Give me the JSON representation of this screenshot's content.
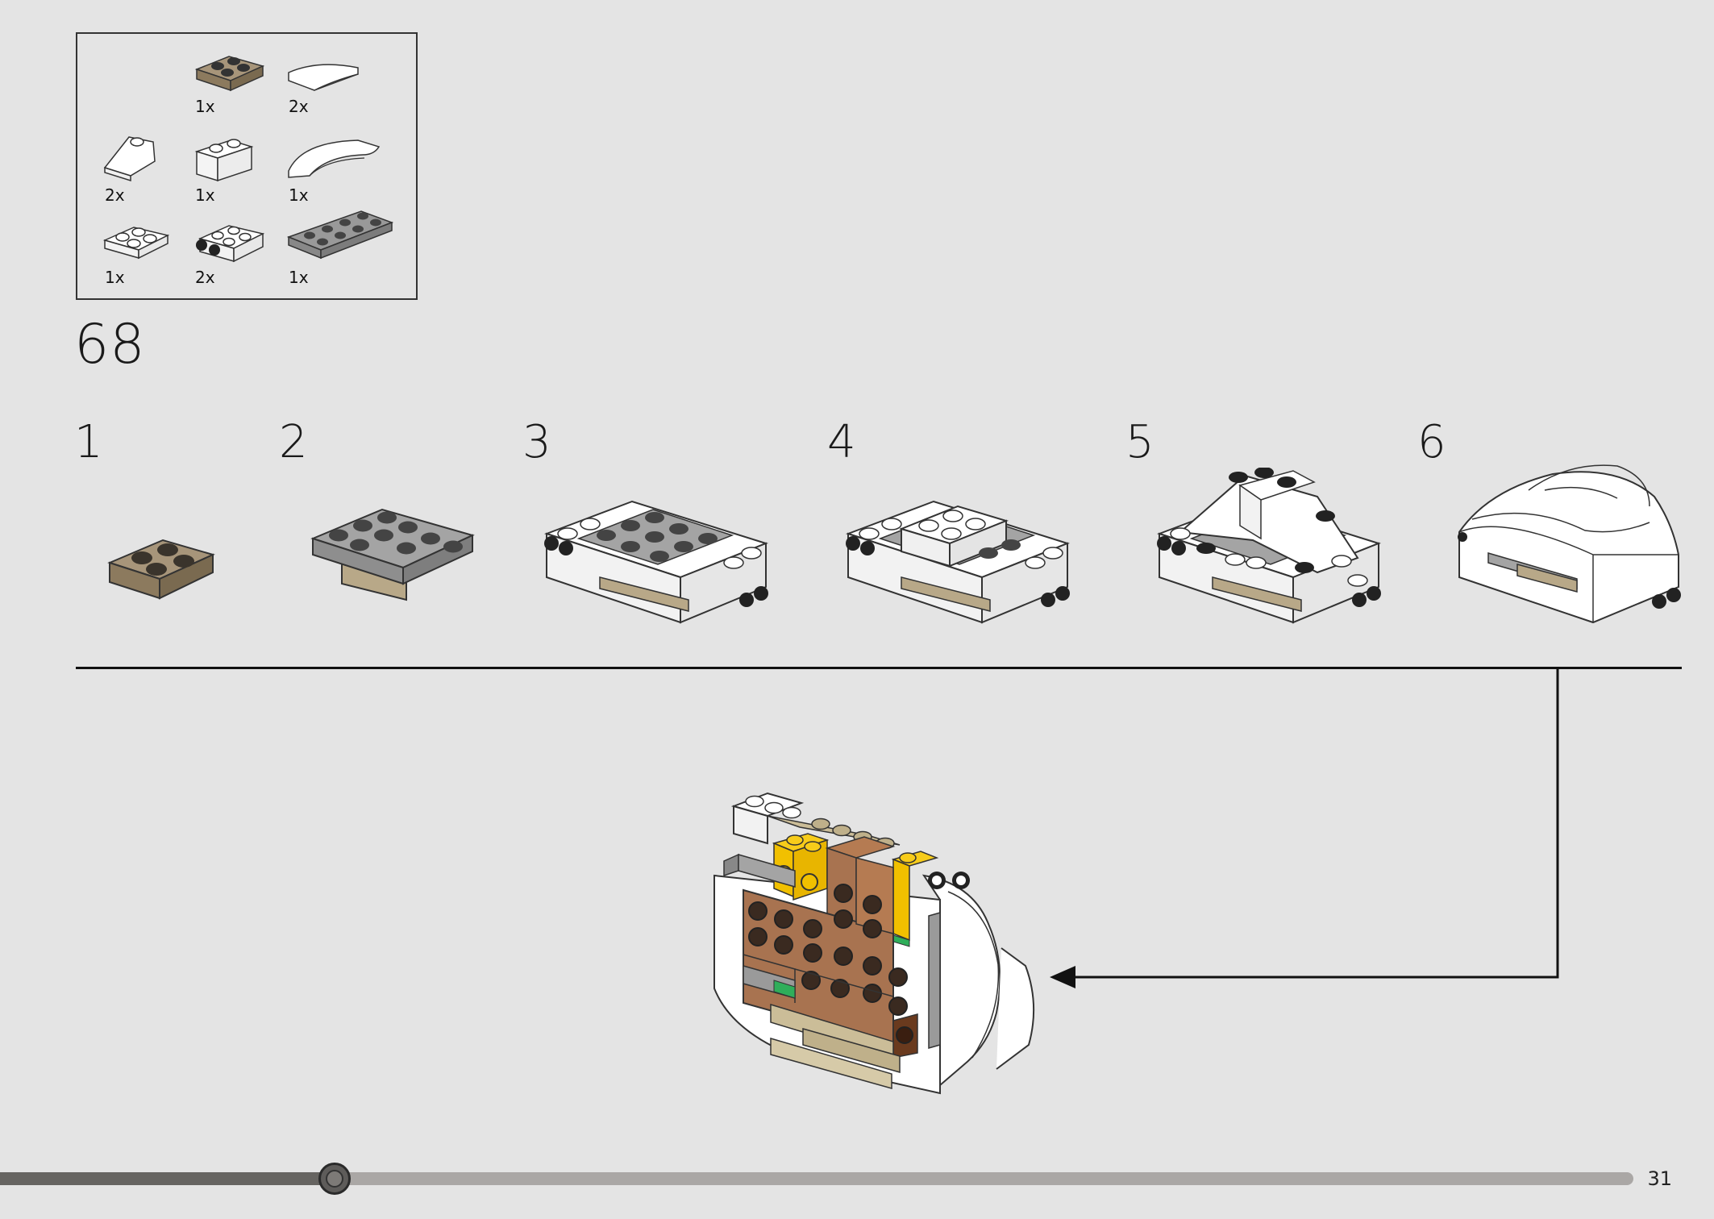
{
  "parts_list": {
    "items": [
      {
        "qty": "1x",
        "icon": "brick-plate-2x2-tan-icon"
      },
      {
        "qty": "2x",
        "icon": "curved-slope-white-icon"
      },
      {
        "qty": "2x",
        "icon": "slope-white-icon"
      },
      {
        "qty": "1x",
        "icon": "brick-1x2-white-icon"
      },
      {
        "qty": "1x",
        "icon": "long-curved-slope-white-icon"
      },
      {
        "qty": "1x",
        "icon": "plate-2x2-white-icon"
      },
      {
        "qty": "2x",
        "icon": "brick-studs-side-white-icon"
      },
      {
        "qty": "1x",
        "icon": "plate-2x4-gray-icon"
      }
    ]
  },
  "step": {
    "number": "68"
  },
  "substeps": [
    {
      "label": "1"
    },
    {
      "label": "2"
    },
    {
      "label": "3"
    },
    {
      "label": "4"
    },
    {
      "label": "5"
    },
    {
      "label": "6"
    }
  ],
  "colors": {
    "background": "#e4e4e4",
    "tan": "#9c8a6d",
    "gray": "#9a9a9a",
    "white": "#ffffff",
    "brown": "#a87350",
    "yellow": "#f5c400",
    "green": "#2fae5a"
  },
  "progress": {
    "fraction": 0.205
  },
  "page": {
    "number": "31"
  }
}
